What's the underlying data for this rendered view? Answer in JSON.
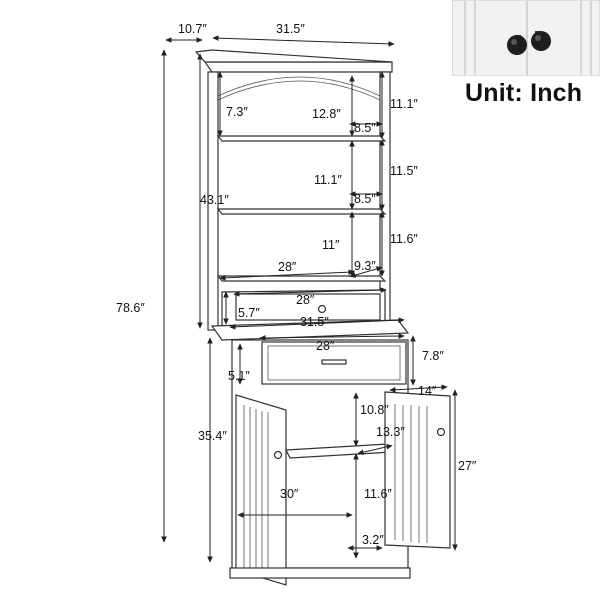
{
  "unit_label": "Unit: Inch",
  "dimensions": {
    "depth_top": "10.7″",
    "width_top": "31.5″",
    "total_height": "78.6″",
    "upper_height": "43.1″",
    "shelf1_clear": "7.3″",
    "shelf1_height": "12.8″",
    "shelf1_depth": "8.5″",
    "shelf1_side": "11.1″",
    "shelf2_height": "11.1″",
    "shelf2_depth": "8.5″",
    "shelf2_side": "11.5″",
    "shelf3_height": "11″",
    "shelf3_side": "11.6″",
    "shelf3_width": "28″",
    "shelf3_depth": "9.3″",
    "top_drawer_width": "28″",
    "top_drawer_height": "5.7″",
    "counter_width": "31.5″",
    "drawer_width": "28″",
    "drawer_height": "7.8″",
    "drawer_depth": "5.1″",
    "cabinet_depth": "14″",
    "lower_height": "35.4″",
    "cab_shelf_height": "10.8″",
    "cab_shelf_depth": "13.3″",
    "cabinet_door_height": "27″",
    "cab_inner_width": "30″",
    "cab_lower_height": "11.6″",
    "foot_height": "3.2″"
  }
}
